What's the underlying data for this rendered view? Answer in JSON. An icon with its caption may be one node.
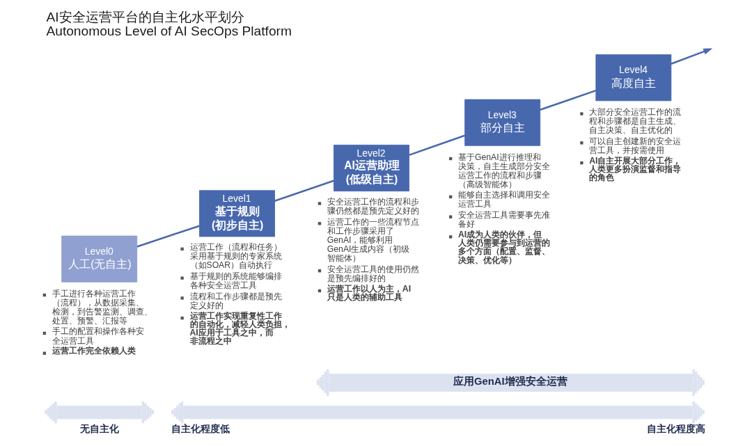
{
  "diagram": {
    "title": "AI安全运营平台的自主化水平划分 Autonomous Level of AI SecOps Platform",
    "nodes": [
      {
        "text": [
          "Level0",
          "人工(无自主)"
        ],
        "beside": [
          "手工进行各种运营工作（流程），从数据采集、检测，到告警监测、调查、处置、预警、汇报等",
          "手工的配置和操作各种安全运营工具",
          "运营工作完全依赖人类"
        ]
      },
      {
        "text": [
          "Level1",
          "基于规则",
          "(初步自主)"
        ],
        "beside": [
          "运营工作（流程和任务）采用基于规则的专家系统（如SOAR）自动执行",
          "基于规则的系统能够编排各种安全运营工具",
          "流程和工作步骤都是预先定义好的",
          "运营工作实现重复性工作的自动化，减轻人类负担，AI应用于工具之中，而非流程之中"
        ]
      },
      {
        "text": [
          "Level2",
          "AI运营助理",
          "(低级自主)"
        ],
        "beside": [
          "安全运营工作的流程和步骤仍然都是预先定义好的",
          "运营工作的一些流程节点和工作步骤采用了GenAI，能够利用GenAI生成内容（初级智能体）",
          "安全运营工具的使用仍然是预先编排好的",
          "运营工作以人为主，AI只是人类的辅助工具"
        ]
      },
      {
        "text": [
          "Level3",
          "部分自主"
        ],
        "beside": [
          "基于GenAI进行推理和决策，自主生成部分安全运营工作的流程和步骤（高级智能体）",
          "能够自主选择和调用安全运营工具",
          "安全运营工具需要事先准备好",
          "AI成为人类的伙伴，但人类仍需要参与到运营的多个方面（配置、监督、决策、优化等）"
        ]
      },
      {
        "text": [
          "Level4",
          "高度自主"
        ],
        "beside": [
          "大部分安全运营工作的流程和步骤都是自主生成、自主决策、自主优化的",
          "可以自主创建新的安全运营工具，并按需使用",
          "AI自主开展大部分工作，人类更多扮演监督和指导的角色"
        ]
      },
      {
        "text": [
          "应用GenAI增强安全运营"
        ]
      },
      {
        "text": [
          "无自主化"
        ]
      },
      {
        "text": [
          "自主化程度低",
          "自主化程度高"
        ]
      }
    ],
    "edges": [
      {
        "from": 0,
        "to": 1,
        "arrow": "none"
      },
      {
        "from": 1,
        "to": 2,
        "arrow": "none"
      },
      {
        "from": 2,
        "to": 3,
        "arrow": "none"
      },
      {
        "from": 3,
        "to": 4,
        "arrow": "none"
      },
      {
        "from": 4,
        "to": null,
        "arrow": "to"
      }
    ]
  }
}
